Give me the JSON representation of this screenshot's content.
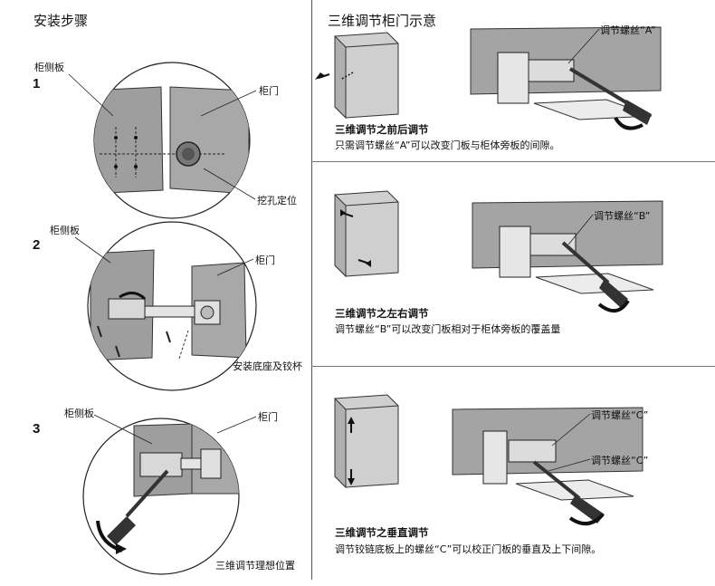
{
  "left": {
    "title": "安装步骤",
    "steps": [
      {
        "num": "1",
        "side_panel": "柜侧板",
        "door": "柜门",
        "callout": "挖孔定位"
      },
      {
        "num": "2",
        "side_panel": "柜侧板",
        "door": "柜门",
        "callout": "安装底座及铰杯"
      },
      {
        "num": "3",
        "side_panel": "柜侧板",
        "door": "柜门",
        "callout": "三维调节理想位置"
      }
    ]
  },
  "right": {
    "title": "三维调节柜门示意",
    "sections": [
      {
        "screw_label": "调节螺丝“A”",
        "caption_title": "三维调节之前后调节",
        "caption_desc": "只需调节螺丝“A”可以改变门板与柜体旁板的间隙。"
      },
      {
        "screw_label": "调节螺丝“B”",
        "caption_title": "三维调节之左右调节",
        "caption_desc": "调节螺丝“B”可以改变门板相对于柜体旁板的覆盖量"
      },
      {
        "screw_label": "调节螺丝“C”",
        "screw_label_2": "调节螺丝“C”",
        "caption_title": "三维调节之垂直调节",
        "caption_desc": "调节铰链底板上的螺丝“C”可以校正门板的垂直及上下间隙。"
      }
    ]
  }
}
